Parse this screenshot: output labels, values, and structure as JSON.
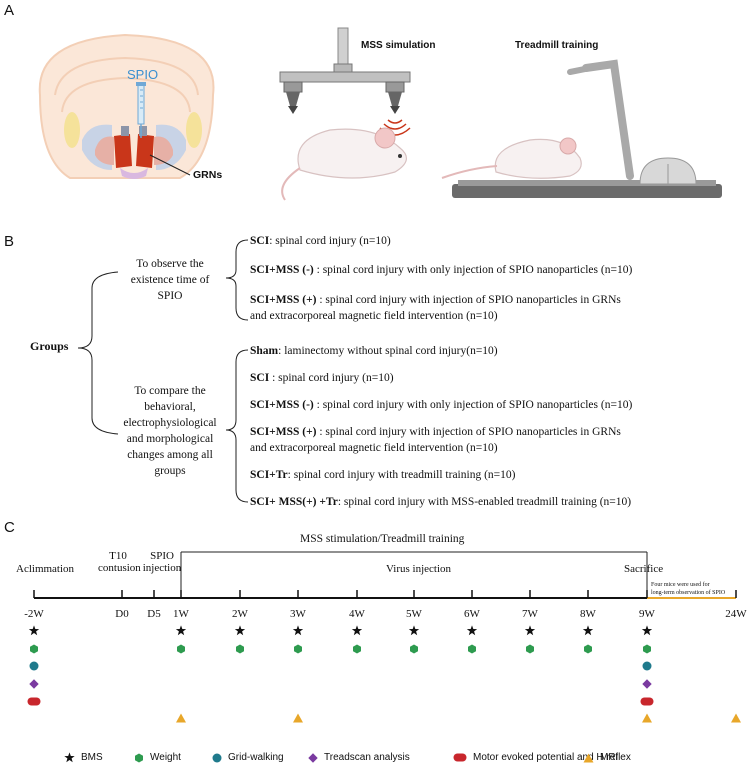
{
  "panels": {
    "a": "A",
    "b": "B",
    "c": "C"
  },
  "panel_a": {
    "spio_label": "SPIO",
    "grns_label": "GRNs",
    "mss_title": "MSS simulation",
    "treadmill_title": "Treadmill training"
  },
  "panel_b": {
    "root": "Groups",
    "branches": [
      {
        "heading_lines": [
          "To observe the",
          "existence time of",
          "SPIO"
        ],
        "items": [
          {
            "bold": "SCI",
            "text": ": spinal cord injury (n=10)"
          },
          {
            "bold": "SCI+MSS (-)",
            "text": " : spinal cord injury with only injection of SPIO nanoparticles (n=10)"
          },
          {
            "bold": "SCI+MSS (+)",
            "text": " : spinal cord injury with injection of SPIO nanoparticles in GRNs",
            "cont": "and extracorporeal magnetic field intervention (n=10)"
          }
        ]
      },
      {
        "heading_lines": [
          "To compare the",
          "behavioral,",
          "electrophysiological",
          "and morphological",
          "changes among all",
          "groups"
        ],
        "items": [
          {
            "bold": "Sham",
            "text": ": laminectomy without spinal cord injury(n=10)"
          },
          {
            "bold": "SCI",
            "text": " : spinal cord injury (n=10)"
          },
          {
            "bold": "SCI+MSS (-)",
            "text": " : spinal cord injury with only injection of SPIO nanoparticles (n=10)"
          },
          {
            "bold": "SCI+MSS (+)",
            "text": " : spinal cord injury with injection of SPIO nanoparticles in GRNs",
            "cont": "and extracorporeal magnetic field intervention (n=10)"
          },
          {
            "bold": "SCI+Tr",
            "text": ": spinal cord injury with treadmill training (n=10)"
          },
          {
            "bold": "SCI+ MSS(+) +Tr",
            "text": ": spinal cord injury with MSS-enabled treadmill training (n=10)"
          }
        ]
      }
    ]
  },
  "panel_c": {
    "bracket_label": "MSS  stimulation/Treadmill training",
    "phase_labels": {
      "aclimmation": "Aclimmation",
      "contusion_1": "T10",
      "contusion_2": "contusion",
      "spio_1": "SPIO",
      "spio_2": "injection",
      "virus": "Virus injection",
      "sacrifice": "Sacrifice"
    },
    "note_lines": [
      "Four mice were used for",
      "long-term observation of SPIO"
    ],
    "ticks": [
      "-2W",
      "D0",
      "D5",
      "1W",
      "2W",
      "3W",
      "4W",
      "5W",
      "6W",
      "7W",
      "8W",
      "9W",
      "24W"
    ],
    "markers": {
      "BMS": [
        "-2W",
        "1W",
        "2W",
        "3W",
        "4W",
        "5W",
        "6W",
        "7W",
        "8W",
        "9W"
      ],
      "Weight": [
        "-2W",
        "1W",
        "2W",
        "3W",
        "4W",
        "5W",
        "6W",
        "7W",
        "8W",
        "9W"
      ],
      "Grid-walking": [
        "-2W",
        "9W"
      ],
      "Treadscan analysis": [
        "-2W",
        "9W"
      ],
      "Motor evoked potential and H reflex": [
        "-2W",
        "9W"
      ],
      "MRI": [
        "1W",
        "3W",
        "9W",
        "24W"
      ]
    },
    "legend": [
      {
        "name": "BMS",
        "icon": "star-icon",
        "color": "#111111"
      },
      {
        "name": "Weight",
        "icon": "hexagon-icon",
        "color": "#2e9b4f"
      },
      {
        "name": "Grid-walking",
        "icon": "circle-icon",
        "color": "#1f7a8c"
      },
      {
        "name": "Treadscan analysis",
        "icon": "diamond-icon",
        "color": "#7a3aa0"
      },
      {
        "name": "Motor evoked potential and H reflex",
        "icon": "pill-icon",
        "color": "#c8262c"
      },
      {
        "name": "MRI",
        "icon": "triangle-icon",
        "color": "#e8a72a"
      }
    ]
  }
}
